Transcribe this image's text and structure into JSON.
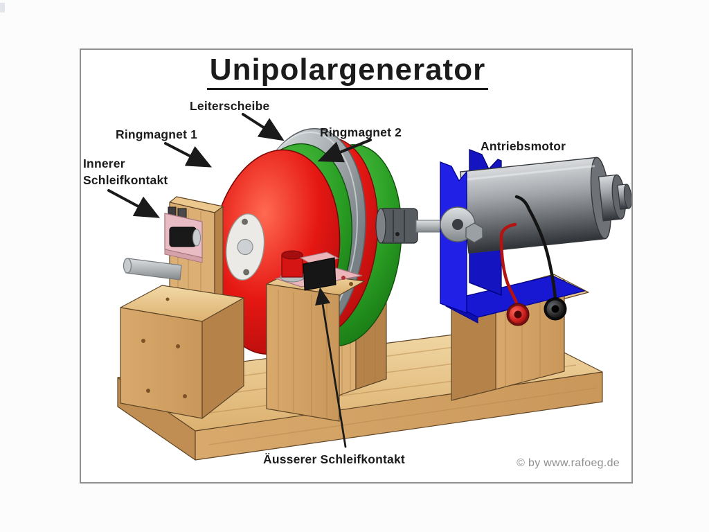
{
  "title": "Unipolargenerator",
  "labels": {
    "leiterscheibe": "Leiterscheibe",
    "ringmagnet1": "Ringmagnet 1",
    "ringmagnet2": "Ringmagnet 2",
    "antriebsmotor": "Antriebsmotor",
    "innerer_line1": "Innerer",
    "innerer_line2": "Schleifkontakt",
    "aeusserer": "Äusserer Schleifkontakt",
    "copyright": "© by www.rafoeg.de"
  },
  "diagram": {
    "components": [
      {
        "name": "Leiterscheibe",
        "description": "conductor disc",
        "color": "#b9bfc2"
      },
      {
        "name": "Ringmagnet 1",
        "description": "ring magnet front",
        "colors": [
          "#e01312",
          "#2a9e24"
        ]
      },
      {
        "name": "Ringmagnet 2",
        "description": "ring magnet rear",
        "colors": [
          "#e01312",
          "#2a9e24"
        ]
      },
      {
        "name": "Innerer Schleifkontakt",
        "description": "inner sliding contact",
        "colors": [
          "#e8bcc2",
          "#191919"
        ]
      },
      {
        "name": "Äusserer Schleifkontakt",
        "description": "outer sliding contact",
        "colors": [
          "#eab6ba",
          "#d51414",
          "#161616"
        ]
      },
      {
        "name": "Antriebsmotor",
        "description": "drive motor",
        "color": "#9a9ea2"
      },
      {
        "name": "Motormount",
        "color": "#1b1be0"
      },
      {
        "name": "Holzgestell",
        "description": "wooden base",
        "color": "#d8a76b"
      },
      {
        "name": "Anschlussbuchsen",
        "description": "banana jacks",
        "colors": [
          "#cc1c1c",
          "#1e1e1e"
        ]
      }
    ],
    "arrows": [
      {
        "from": "label-leiterscheibe",
        "to": "conductor-disc"
      },
      {
        "from": "label-ringmagnet-1",
        "to": "ring-magnet-1"
      },
      {
        "from": "label-ringmagnet-2",
        "to": "ring-magnet-2"
      },
      {
        "from": "label-innerer-schleifkontakt",
        "to": "inner-sliding-contact"
      },
      {
        "from": "label-aeusserer-schleifkontakt",
        "to": "outer-sliding-contact"
      }
    ]
  }
}
